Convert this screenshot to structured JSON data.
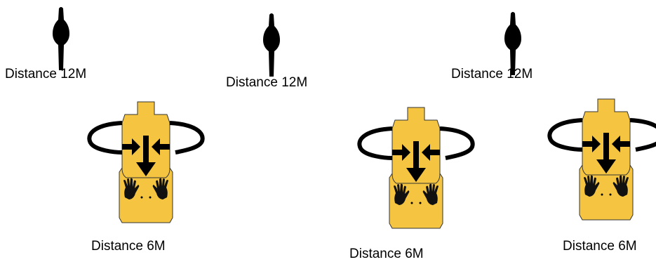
{
  "colors": {
    "target_fill": "#f5c542",
    "outline": "#333333",
    "black": "#000000"
  },
  "labels": {
    "far": [
      "Distance 12M",
      "Distance 12M",
      "Distance 12M"
    ],
    "near": [
      "Distance 6M",
      "Distance 6M",
      "Distance 6M"
    ]
  },
  "icons": {
    "far_target": "silhouette-target-icon",
    "near_target": "turning-target-icon",
    "hands": "hand-print-icon",
    "arrow": "down-arrow-icon"
  }
}
